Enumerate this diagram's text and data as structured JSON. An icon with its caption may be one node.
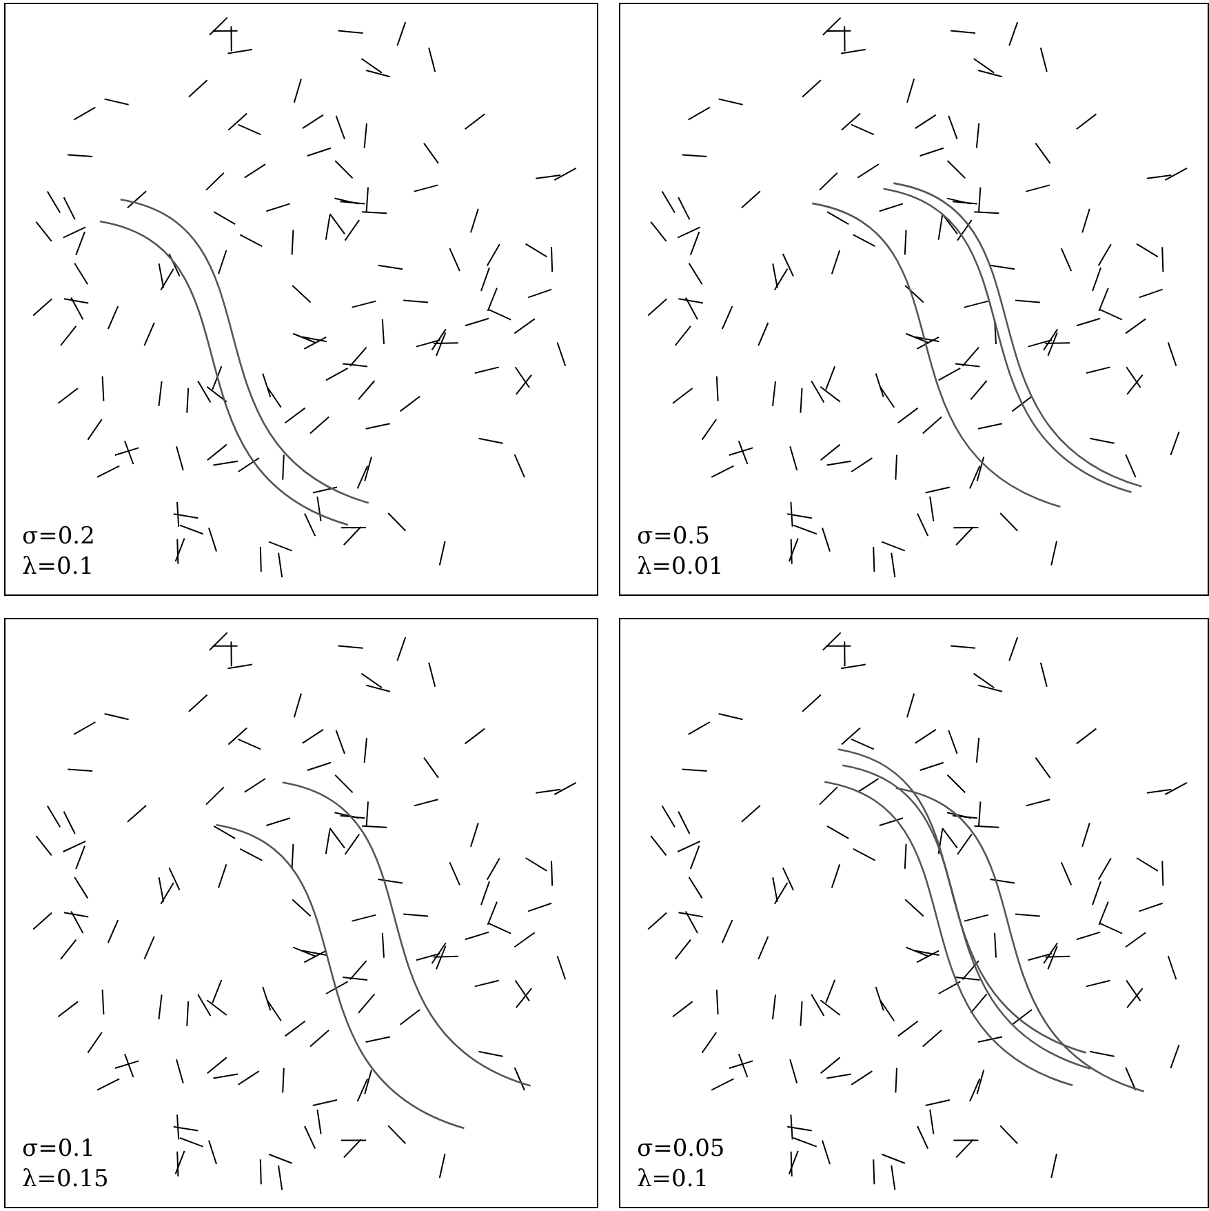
{
  "diagram": {
    "nodes": [
      {
        "text": [
          "σ=0.2",
          "λ=0.1"
        ]
      },
      {
        "text": [
          "σ=0.5",
          "λ=0.01"
        ]
      },
      {
        "text": [
          "σ=0.1",
          "λ=0.15"
        ]
      },
      {
        "text": [
          "σ=0.05",
          "λ=0.1"
        ]
      }
    ]
  }
}
